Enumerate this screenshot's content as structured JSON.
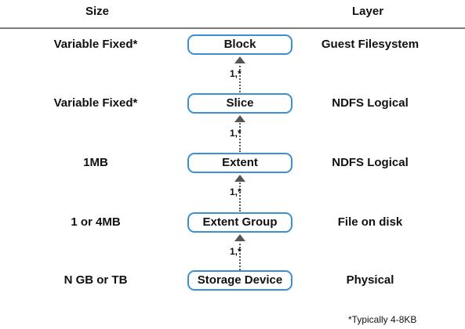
{
  "header": {
    "size_label": "Size",
    "layer_label": "Layer"
  },
  "rows": [
    {
      "size": "Variable Fixed*",
      "node": "Block",
      "layer": "Guest Filesystem"
    },
    {
      "size": "Variable Fixed*",
      "node": "Slice",
      "layer": "NDFS Logical"
    },
    {
      "size": "1MB",
      "node": "Extent",
      "layer": "NDFS Logical"
    },
    {
      "size": "1 or 4MB",
      "node": "Extent Group",
      "layer": "File on disk"
    },
    {
      "size": "N GB or TB",
      "node": "Storage Device",
      "layer": "Physical"
    }
  ],
  "connectors": [
    {
      "label": "1,*"
    },
    {
      "label": "1,*"
    },
    {
      "label": "1,*"
    },
    {
      "label": "1,*"
    }
  ],
  "footnote": "*Typically 4-8KB",
  "colors": {
    "node_border": "#3b8fd6",
    "arrow": "#555555",
    "rule": "#7b7b7b"
  }
}
